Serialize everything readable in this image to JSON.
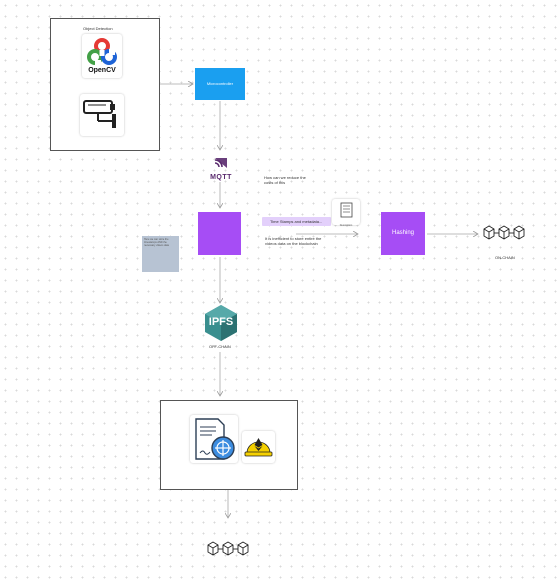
{
  "object_detection": {
    "title": "Object Detection",
    "opencv_text": "OpenCV"
  },
  "microcontroller": {
    "label": "Microcontroller"
  },
  "mqtt": {
    "label": "MQTT"
  },
  "notes": {
    "question": "How can we reduce the costs of this",
    "timestamp_chip": "Time Stamps and metadata...",
    "inefficient": "It is inefficient to store entire the videos data on the blockchain",
    "sticky": "Here we can store the timestamps AND the necessary videos data",
    "sticky_footer": "",
    "doc_caption": "Description"
  },
  "hashing": {
    "label": "Hashing"
  },
  "on_chain": {
    "label": "ON-CHAIN"
  },
  "ipfs": {
    "label": "IPFS",
    "caption": "OFF-CHAIN"
  },
  "colors": {
    "micro_blue": "#1a9ff0",
    "purple": "#a64df5",
    "ipfs_teal": "#3a8f8f",
    "mqtt_purple": "#5a2a6e",
    "sticky": "#b7c3d3",
    "chip": "#e3d0fb"
  }
}
